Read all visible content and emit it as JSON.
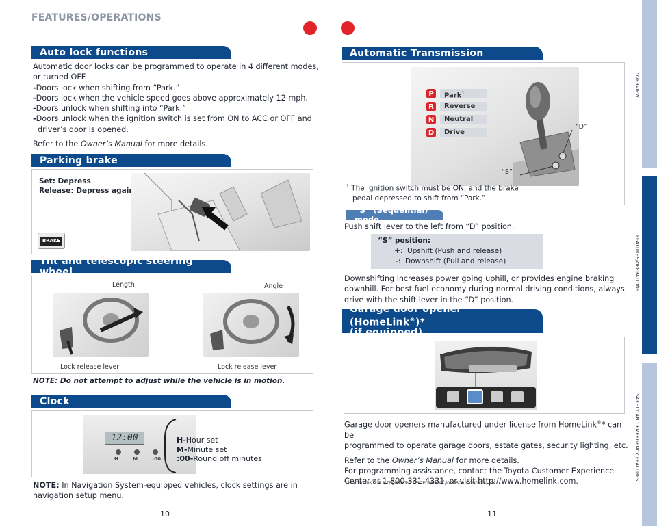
{
  "header": {
    "title": "FEATURES/OPERATIONS"
  },
  "colors": {
    "banner": "#0d4a8b",
    "accent_red": "#e0242a",
    "side_tab": "#b7c6dc",
    "sub_banner": "#4f7eb6"
  },
  "auto_lock": {
    "title": "Auto lock functions",
    "intro_1": "Automatic door locks can be programmed to operate in 4 different modes,",
    "intro_2": "or turned OFF.",
    "items": [
      "Doors lock when shifting from “Park.”",
      "Doors lock when the vehicle speed goes above approximately 12 mph.",
      "Doors unlock when shifting into “Park.”",
      "Doors unlock when the ignition switch is set from ON to ACC or OFF and"
    ],
    "item_4_cont": "driver’s door is opened.",
    "refer_prefix": "Refer to the",
    "refer_manual": "Owner’s Manual",
    "refer_suffix": "for more details."
  },
  "parking_brake": {
    "title": "Parking brake",
    "set": "Set: Depress",
    "release": "Release: Depress again",
    "pedal_label": "BRAKE"
  },
  "steering": {
    "title": "Tilt and telescopic steering wheel",
    "length_label": "Length",
    "angle_label": "Angle",
    "lock_left": "Lock release lever",
    "lock_right": "Lock release lever",
    "note": "NOTE: Do not attempt to adjust while the vehicle is in motion."
  },
  "clock": {
    "title": "Clock",
    "display": "12:00",
    "btn_h": "H",
    "btn_m": "M",
    "btn_00": ":00",
    "h_key": "H-",
    "h_text": "Hour set",
    "m_key": "M-",
    "m_text": "Minute set",
    "r_key": ":00-",
    "r_text": "Round off minutes",
    "note_label": "NOTE:",
    "note_1": "In Navigation System-equipped vehicles, clock settings are in",
    "note_2": "navigation setup menu."
  },
  "transmission": {
    "title": "Automatic Transmission",
    "gears": [
      {
        "letter": "P",
        "label": "Park"
      },
      {
        "letter": "R",
        "label": "Reverse"
      },
      {
        "letter": "N",
        "label": "Neutral"
      },
      {
        "letter": "D",
        "label": "Drive"
      }
    ],
    "park_sup": "1",
    "d_callout": "“D”",
    "s_callout": "“S”",
    "footnote_sup": "1",
    "footnote_1": "The ignition switch must be ON, and the brake",
    "footnote_2": "pedal depressed to shift from “Park.”"
  },
  "s_mode": {
    "title": "“S” (Sequential) mode",
    "push_text": "Push shift lever to the left from “D” position.",
    "box_title": "“S” position:",
    "plus_key": "+:",
    "plus_text": "Upshift (Push and release)",
    "minus_key": "-:",
    "minus_text": "Downshift (Pull and release)",
    "para_1": "Downshifting increases power going uphill, or provides engine braking",
    "para_2": "downhill. For best fuel economy during normal driving conditions, always",
    "para_3": "drive with the shift lever in the “D” position."
  },
  "homelink": {
    "title_1": "Garage door opener (HomeLink",
    "title_reg": "®",
    "title_tail": ")*",
    "title_2": "(if equipped)",
    "p1_a": "Garage door openers manufactured under license from HomeLink",
    "p1_sup": "®",
    "p1_b": "* can be",
    "p1_c": "programmed to operate garage doors, estate gates, security lighting, etc.",
    "refer_prefix": "Refer to the",
    "refer_manual": "Owner’s Manual",
    "refer_suffix": "for more details.",
    "p3_1": "For programming assistance, contact the Toyota Customer Experience",
    "p3_2": "Center at 1-800-331-4331, or visit http://www.homelink.com.",
    "foot_a": "* HomeLink",
    "foot_sup": "®",
    "foot_b": " is a registered trademark of Johnson Controls, Inc."
  },
  "sidebar": {
    "overview": "OVERVIEW",
    "features": "FEATURES/OPERATIONS",
    "safety": "SAFETY AND EMERGENCY FEATURES"
  },
  "pages": {
    "left": "10",
    "right": "11"
  }
}
